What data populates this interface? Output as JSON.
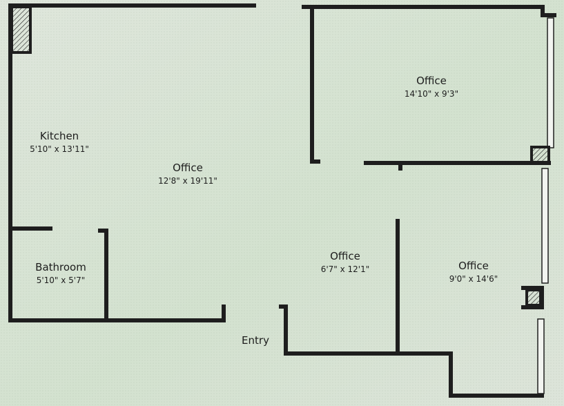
{
  "rooms": [
    {
      "name": "Office",
      "dimensions": "14'10\" x 9'3\""
    },
    {
      "name": "Kitchen",
      "dimensions": "5'10\" x 13'11\""
    },
    {
      "name": "Office",
      "dimensions": "12'8\" x 19'11\""
    },
    {
      "name": "Bathroom",
      "dimensions": "5'10\" x 5'7\""
    },
    {
      "name": "Office",
      "dimensions": "6'7\" x 12'1\""
    },
    {
      "name": "Office",
      "dimensions": "9'0\" x 14'6\""
    }
  ],
  "entry": {
    "label": "Entry"
  },
  "colors": {
    "wall": "#1e1e1e",
    "floor": "#dfe6dc",
    "label": "#1d1d1d"
  }
}
